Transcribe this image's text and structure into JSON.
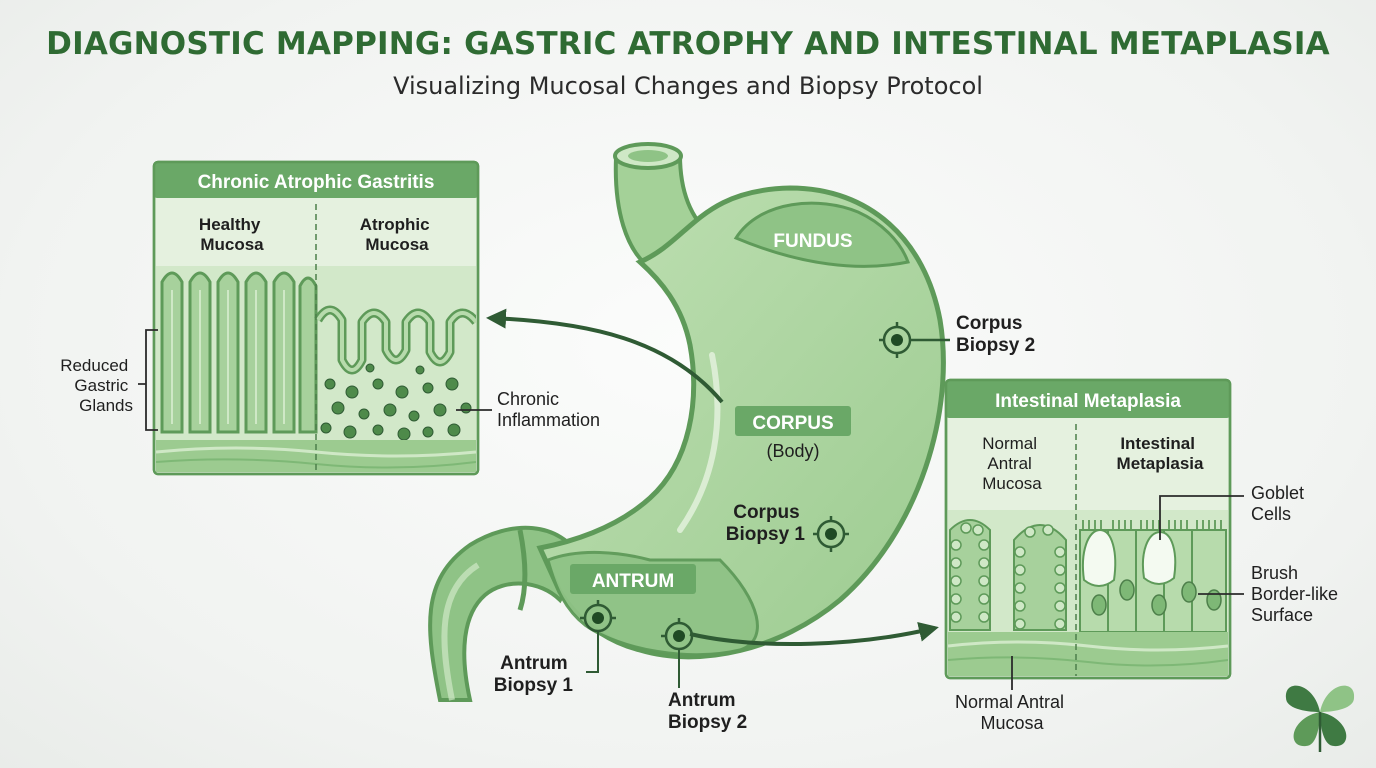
{
  "title": "DIAGNOSTIC MAPPING: GASTRIC ATROPHY AND INTESTINAL METAPLASIA",
  "subtitle": "Visualizing Mucosal Changes and Biopsy Protocol",
  "colors": {
    "brand_green": "#2f6b33",
    "panel_header": "#6aa867",
    "stomach_light": "#a9d49e",
    "stomach_wall": "#6fae69",
    "antrum_band": "#8fc386"
  },
  "stomach": {
    "fundus": "FUNDUS",
    "corpus": "CORPUS",
    "corpus_sub": "(Body)",
    "antrum": "ANTRUM"
  },
  "biopsies": {
    "corpus_2": [
      "Corpus",
      "Biopsy 2"
    ],
    "corpus_1": [
      "Corpus",
      "Biopsy 1"
    ],
    "antrum_1": [
      "Antrum",
      "Biopsy 1"
    ],
    "antrum_2": [
      "Antrum",
      "Biopsy 2"
    ]
  },
  "panel_atrophic": {
    "header": "Chronic Atrophic Gastritis",
    "left_heading": [
      "Healthy",
      "Mucosa"
    ],
    "right_heading": [
      "Atrophic",
      "Mucosa"
    ],
    "callout_glands": [
      "Reduced",
      "Gastric",
      "Glands"
    ],
    "callout_inflammation": [
      "Chronic",
      "Inflammation"
    ]
  },
  "panel_metaplasia": {
    "header": "Intestinal Metaplasia",
    "left_heading": [
      "Normal",
      "Antral",
      "Mucosa"
    ],
    "right_heading": [
      "Intestinal",
      "Metaplasia"
    ],
    "callout_goblet": [
      "Goblet",
      "Cells"
    ],
    "callout_brush": [
      "Brush",
      "Border-like",
      "Surface"
    ],
    "callout_bottom": [
      "Normal Antral",
      "Mucosa"
    ]
  },
  "logo_icon": "four-leaf-clover-icon"
}
